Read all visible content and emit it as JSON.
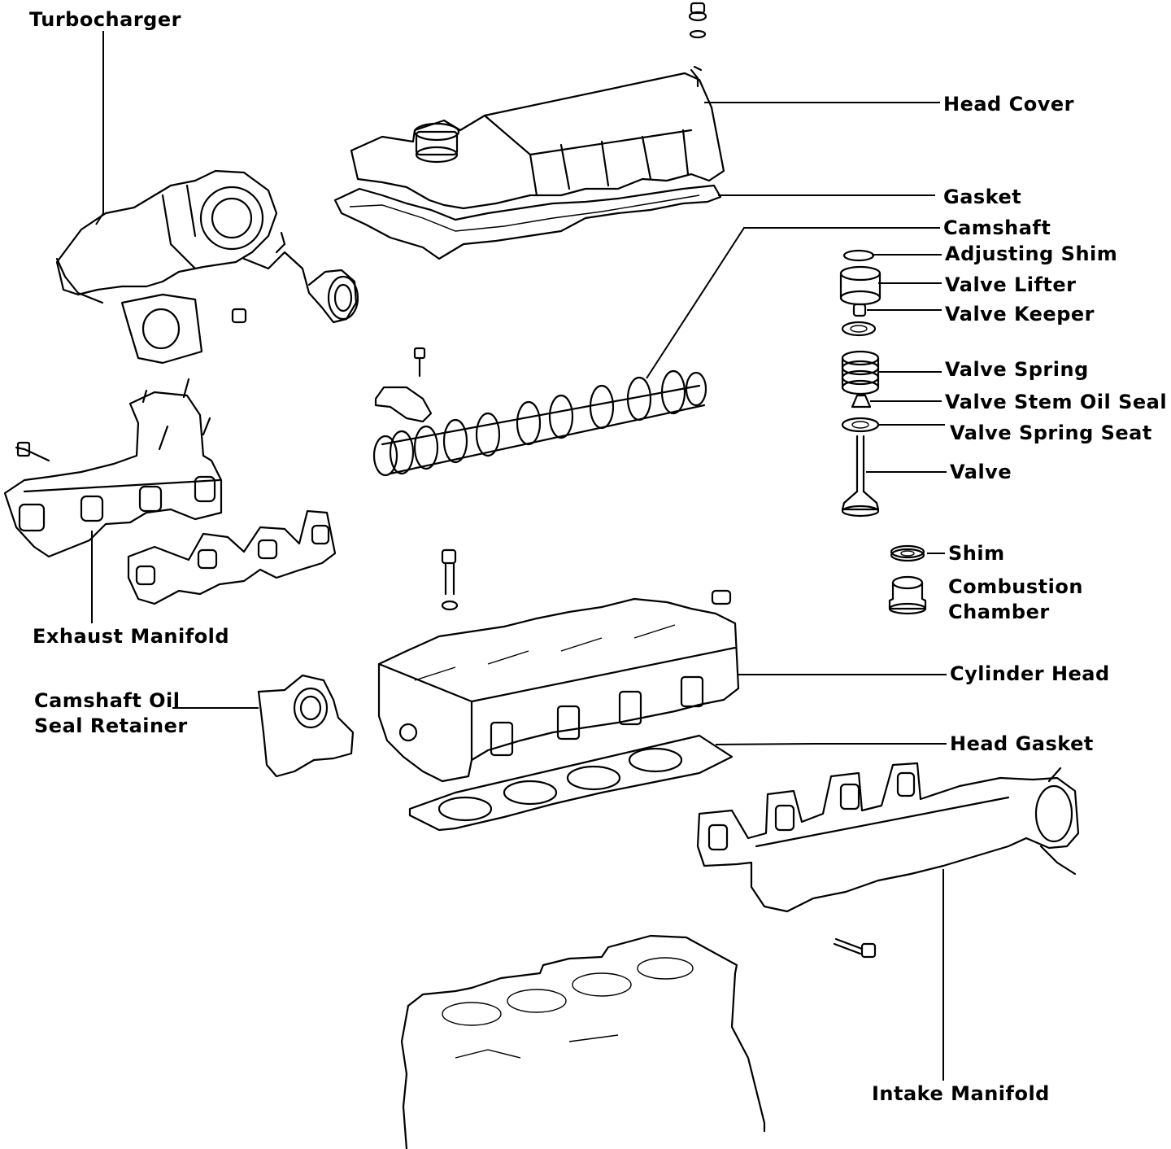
{
  "labels": {
    "turbocharger": "Turbocharger",
    "head_cover": "Head Cover",
    "gasket": "Gasket",
    "camshaft": "Camshaft",
    "adjusting_shim": "Adjusting Shim",
    "valve_lifter": "Valve Lifter",
    "valve_keeper": "Valve Keeper",
    "valve_spring": "Valve Spring",
    "valve_stem_oil_seal": "Valve Stem  Oil Seal",
    "valve_spring_seat": "Valve Spring Seat",
    "valve": "Valve",
    "shim": "Shim",
    "combustion_chamber": "Combustion\nChamber",
    "cylinder_head": "Cylinder Head",
    "head_gasket": "Head Gasket",
    "exhaust_manifold": "Exhaust Manifold",
    "camshaft_oil_seal_retainer": "Camshaft Oil\nSeal Retainer",
    "intake_manifold": "Intake Manifold"
  }
}
